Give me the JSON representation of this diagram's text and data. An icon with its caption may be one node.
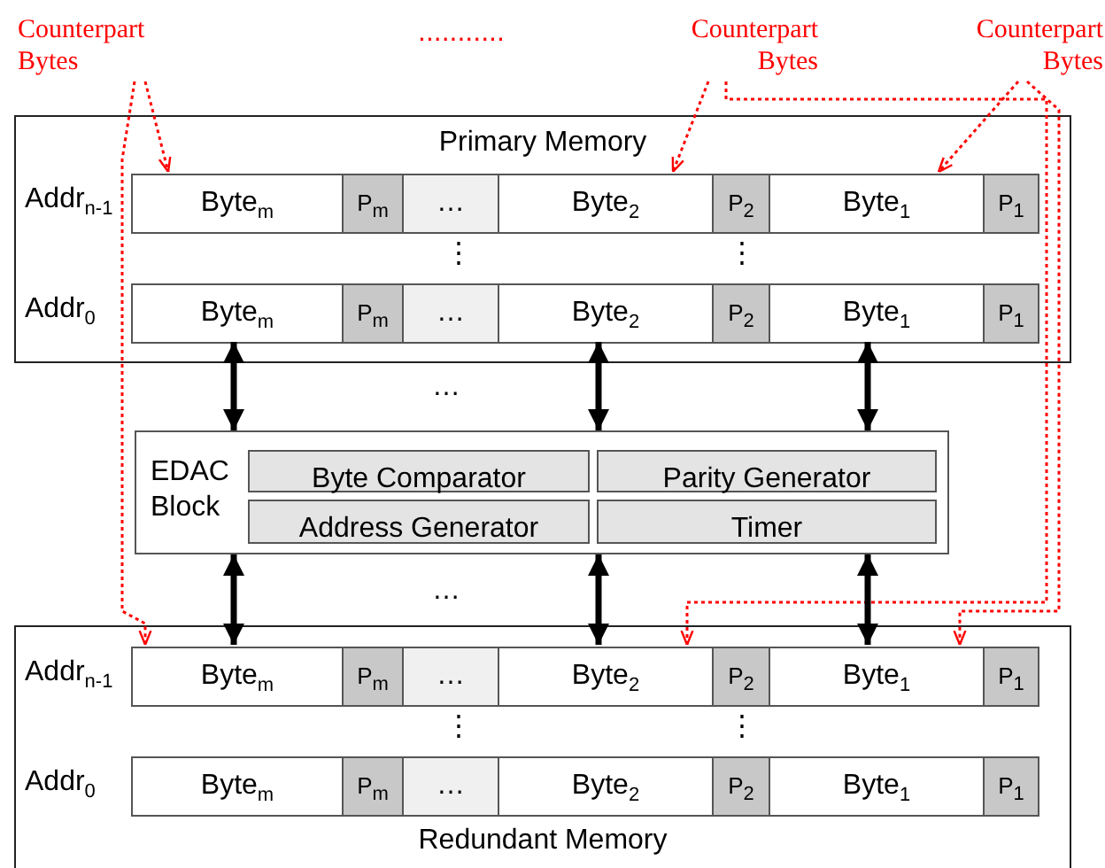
{
  "diagram": {
    "nodes": [
      {
        "text": [
          "Counterpart Bytes"
        ]
      },
      {
        "text": [
          "Counterpart Bytes"
        ]
      },
      {
        "text": [
          "Counterpart Bytes"
        ]
      },
      {
        "text": [
          "Primary Memory"
        ]
      },
      {
        "text": [
          "Byte$_{m}$"
        ],
        "in": 3
      },
      {
        "text": [
          "P$_{m}$"
        ],
        "in": 3
      },
      {
        "text": [
          "…"
        ],
        "in": 3
      },
      {
        "text": [
          "Byte$_{2}$"
        ],
        "in": 3
      },
      {
        "text": [
          "P$_{2}$"
        ],
        "in": 3
      },
      {
        "text": [
          "Byte$_{1}$"
        ],
        "in": 3
      },
      {
        "text": [
          "P$_{1}$"
        ],
        "in": 3
      },
      {
        "text": [
          "Byte$_{m}$"
        ],
        "in": 3
      },
      {
        "text": [
          "P$_{m}$"
        ],
        "in": 3
      },
      {
        "text": [
          "…"
        ],
        "in": 3
      },
      {
        "text": [
          "Byte$_{2}$"
        ],
        "in": 3
      },
      {
        "text": [
          "P$_{2}$"
        ],
        "in": 3
      },
      {
        "text": [
          "Byte$_{1}$"
        ],
        "in": 3
      },
      {
        "text": [
          "P$_{1}$"
        ],
        "in": 3
      },
      {
        "text": [
          "EDAC Block"
        ]
      },
      {
        "text": [
          "Byte Comparator"
        ],
        "in": 18
      },
      {
        "text": [
          "Parity Generator"
        ],
        "in": 18
      },
      {
        "text": [
          "Address Generator"
        ],
        "in": 18
      },
      {
        "text": [
          "Timer"
        ],
        "in": 18
      },
      {
        "text": [
          "Redundant Memory"
        ]
      },
      {
        "text": [
          "Byte$_{m}$"
        ],
        "in": 23
      },
      {
        "text": [
          "P$_{m}$"
        ],
        "in": 23
      },
      {
        "text": [
          "…"
        ],
        "in": 23
      },
      {
        "text": [
          "Byte$_{2}$"
        ],
        "in": 23
      },
      {
        "text": [
          "P$_{2}$"
        ],
        "in": 23
      },
      {
        "text": [
          "Byte$_{1}$"
        ],
        "in": 23
      },
      {
        "text": [
          "P$_{1}$"
        ],
        "in": 23
      },
      {
        "text": [
          "Byte$_{m}$"
        ],
        "in": 23
      },
      {
        "text": [
          "P$_{m}$"
        ],
        "in": 23
      },
      {
        "text": [
          "…"
        ],
        "in": 23
      },
      {
        "text": [
          "Byte$_{2}$"
        ],
        "in": 23
      },
      {
        "text": [
          "P$_{2}$"
        ],
        "in": 23
      },
      {
        "text": [
          "Byte$_{1}$"
        ],
        "in": 23
      },
      {
        "text": [
          "P$_{1}$"
        ],
        "in": 23
      }
    ],
    "edges": [
      {
        "from": 0,
        "to": 4,
        "arrow": "to",
        "style": "dashed",
        "color": "#ff0000"
      },
      {
        "from": 0,
        "to": 24,
        "arrow": "to",
        "style": "dashed",
        "color": "#ff0000"
      },
      {
        "from": 1,
        "to": 7,
        "arrow": "to",
        "style": "dashed",
        "color": "#ff0000"
      },
      {
        "from": 1,
        "to": 27,
        "arrow": "to",
        "style": "dashed",
        "color": "#ff0000"
      },
      {
        "from": 2,
        "to": 9,
        "arrow": "to",
        "style": "dashed",
        "color": "#ff0000"
      },
      {
        "from": 2,
        "to": 29,
        "arrow": "to",
        "style": "dashed",
        "color": "#ff0000"
      },
      {
        "from": 11,
        "to": 18,
        "arrow": "both",
        "style": "thick",
        "color": "#000000"
      },
      {
        "from": 14,
        "to": 18,
        "arrow": "both",
        "style": "thick",
        "color": "#000000"
      },
      {
        "from": 16,
        "to": 18,
        "arrow": "both",
        "style": "thick",
        "color": "#000000"
      },
      {
        "from": 18,
        "to": 24,
        "arrow": "both",
        "style": "thick",
        "color": "#000000"
      },
      {
        "from": 18,
        "to": 27,
        "arrow": "both",
        "style": "thick",
        "color": "#000000"
      },
      {
        "from": 18,
        "to": 29,
        "arrow": "both",
        "style": "thick",
        "color": "#000000"
      }
    ],
    "labels": [
      "...........",
      "Addr$_{n-1}$",
      "⋮",
      "⋮",
      "Addr$_{0}$",
      "…",
      "…",
      "Addr$_{n-1}$",
      "⋮",
      "⋮",
      "Addr$_{0}$"
    ]
  }
}
